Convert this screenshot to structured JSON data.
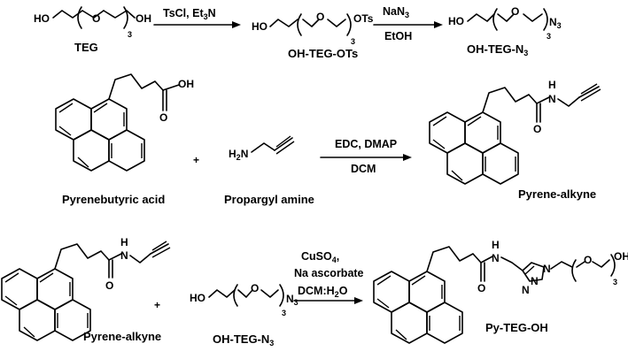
{
  "labels": {
    "teg": "TEG",
    "oh_teg_ots": "OH-TEG-OTs",
    "oh_teg_n3_top": "OH-TEG-N",
    "pyrenebutyric_acid": "Pyrenebutyric acid",
    "propargyl_amine": "Propargyl amine",
    "pyrene_alkyne_mid": "Pyrene-alkyne",
    "pyrene_alkyne_bottom": "Pyrene-alkyne",
    "oh_teg_n3_bottom": "OH-TEG-N",
    "py_teg_oh": "Py-TEG-OH"
  },
  "reagents": {
    "step1": "TsCl, Et",
    "step1_sub": "3",
    "step1_tail": "N",
    "step2_top": "NaN",
    "step2_sub": "3",
    "step2_bottom": "EtOH",
    "step3_top": "EDC, DMAP",
    "step3_bottom": "DCM",
    "step4_line1": "CuSO",
    "step4_line1_sub": "4",
    "step4_line1_tail": ",",
    "step4_line2": "Na ascorbate",
    "step4_line3": "DCM:H",
    "step4_line3_sub": "2",
    "step4_line3_tail": "O"
  },
  "atoms": {
    "ho": "HO",
    "oh": "OH",
    "o": "O",
    "ots": "OTs",
    "n3": "N",
    "n3_sub": "3",
    "repeat": "3",
    "h2n": "H",
    "h2n_sub": "2",
    "h2n_tail": "N",
    "nh_h": "H",
    "n": "N",
    "plus": "+"
  }
}
